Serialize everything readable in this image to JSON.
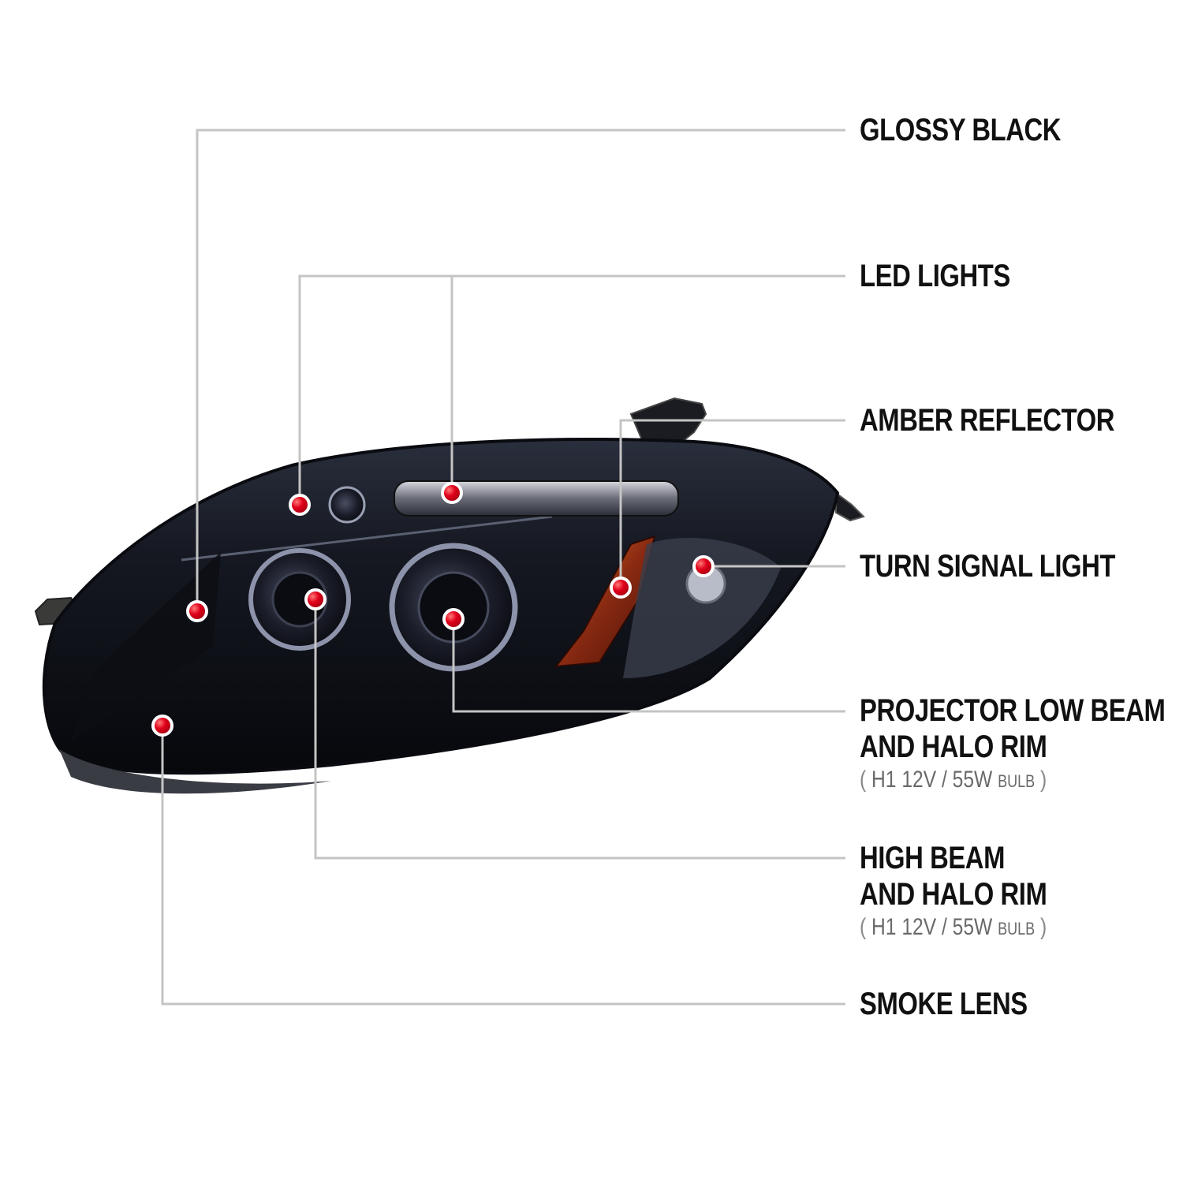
{
  "colors": {
    "leader_line": "#c4c4c4",
    "marker_red": "#e0001a",
    "label_text": "#111111",
    "spec_text": "#6a6a6a"
  },
  "callouts": [
    {
      "id": "glossy-black",
      "lines": [
        "GLOSSY BLACK"
      ]
    },
    {
      "id": "led-lights",
      "lines": [
        "LED LIGHTS"
      ]
    },
    {
      "id": "amber-reflector",
      "lines": [
        "AMBER REFLECTOR"
      ]
    },
    {
      "id": "turn-signal-light",
      "lines": [
        "TURN SIGNAL LIGHT"
      ]
    },
    {
      "id": "projector-low-beam",
      "lines": [
        "PROJECTOR LOW BEAM",
        "AND HALO RIM"
      ],
      "spec": {
        "open": "(",
        "bulb": "H1",
        "voltage": "12V",
        "sep": "/",
        "watt": "55W",
        "unit": "BULB",
        "close": ")"
      }
    },
    {
      "id": "high-beam",
      "lines": [
        "HIGH BEAM",
        "AND HALO RIM"
      ],
      "spec": {
        "open": "(",
        "bulb": "H1",
        "voltage": "12V",
        "sep": "/",
        "watt": "55W",
        "unit": "BULB",
        "close": ")"
      }
    },
    {
      "id": "smoke-lens",
      "lines": [
        "SMOKE LENS"
      ]
    }
  ]
}
